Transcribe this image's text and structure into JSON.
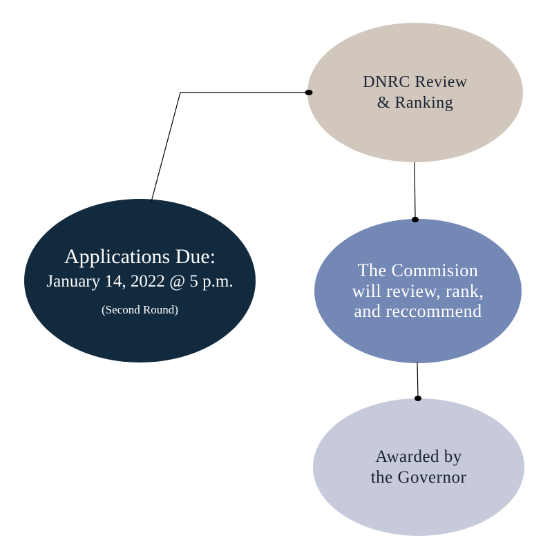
{
  "diagram": {
    "type": "flowchart",
    "nodes": {
      "dnrc": {
        "label": "DNRC Review\n& Ranking",
        "bg": "#d2c7bc",
        "text_color": "#1b2433"
      },
      "applications": {
        "title": "Applications Due:",
        "subtitle": "January 14, 2022 @ 5 p.m.",
        "note": "(Second Round)",
        "bg": "#122a3e",
        "text_color": "#ffffff"
      },
      "commission": {
        "label": "The Commision\nwill review, rank,\nand reccommend",
        "bg": "#7488b5",
        "text_color": "#ffffff"
      },
      "governor": {
        "label": "Awarded by\nthe Governor",
        "bg": "#c6cada",
        "text_color": "#1c2330"
      }
    },
    "connections": [
      {
        "from": "applications",
        "to": "dnrc"
      },
      {
        "from": "dnrc",
        "to": "commission"
      },
      {
        "from": "commission",
        "to": "governor"
      }
    ],
    "connector_color": "#000000"
  }
}
